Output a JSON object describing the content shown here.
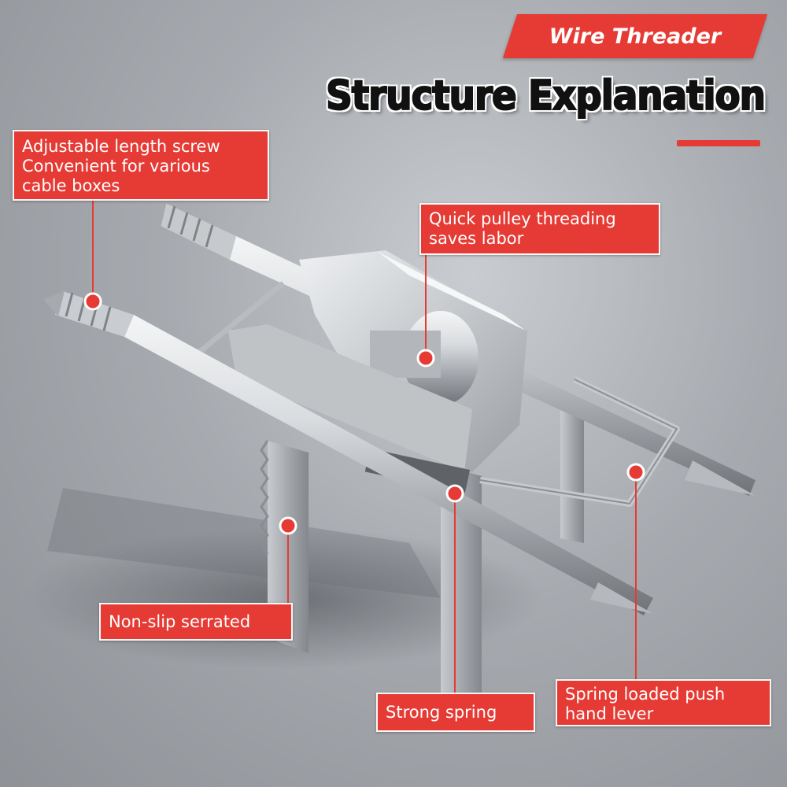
{
  "header": {
    "banner_label": "Wire Threader",
    "title": "Structure Explanation"
  },
  "callouts": {
    "adjustable_screw": [
      "Adjustable length screw",
      "Convenient for various",
      "cable boxes"
    ],
    "quick_pulley": [
      "Quick pulley threading",
      "saves labor"
    ],
    "non_slip": [
      "Non-slip serrated"
    ],
    "strong_spring": [
      "Strong spring"
    ],
    "spring_lever": [
      "Spring loaded push",
      "hand lever"
    ]
  },
  "colors": {
    "accent_red": "#e63b35",
    "title_black": "#111111",
    "metal_light": "#e4e6e8",
    "metal_dark": "#7d8186"
  }
}
